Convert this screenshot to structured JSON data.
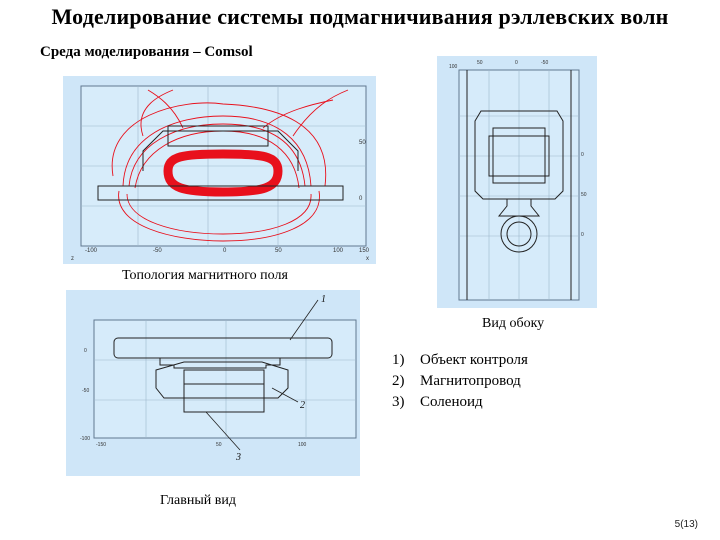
{
  "slide": {
    "title": "Моделирование системы подмагничивания рэллевских волн",
    "subtitle": "Среда моделирования – Comsol",
    "page_number": "5(13)"
  },
  "figures": {
    "topology": {
      "caption": "Топология магнитного поля",
      "axis_labels": [
        "z",
        "-100",
        "-50",
        "0",
        "50",
        "100",
        "150",
        "50",
        "0",
        "x"
      ]
    },
    "side_view": {
      "caption": "Вид обоку",
      "axis_labels": [
        "100",
        "50",
        "0",
        "-50",
        "0",
        "50",
        "0"
      ]
    },
    "front_view": {
      "caption": "Главный вид",
      "callouts": [
        "1",
        "2",
        "3"
      ],
      "axis_labels": [
        "0",
        "-50",
        "-100",
        "-150",
        "50",
        "100"
      ]
    }
  },
  "legend": {
    "items": [
      {
        "num": "1)",
        "text": "Объект контроля"
      },
      {
        "num": "2)",
        "text": "Магнитопровод"
      },
      {
        "num": "3)",
        "text": "Соленоид"
      }
    ]
  },
  "colors": {
    "panel_background": "#cfe6f8",
    "field_lines": "#e8101c",
    "outline": "#222222"
  }
}
